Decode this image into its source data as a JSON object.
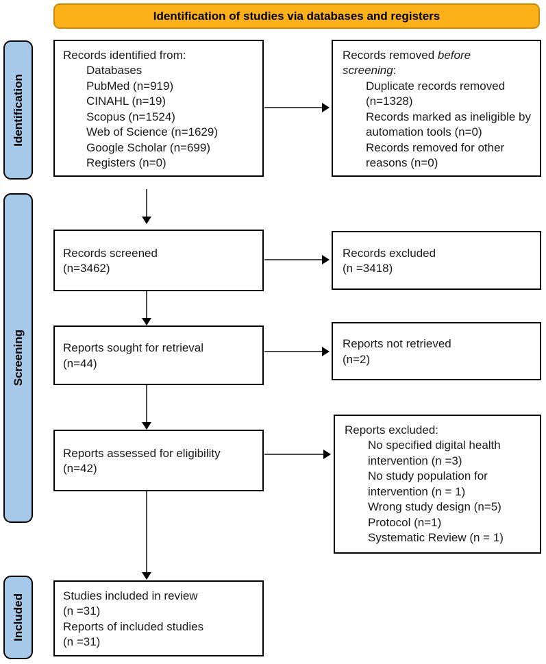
{
  "header": {
    "label": "Identification of studies via databases and registers"
  },
  "sidebar": [
    {
      "label": "Identification"
    },
    {
      "label": "Screening"
    },
    {
      "label": "Included"
    }
  ],
  "colors": {
    "header_bg": "#FBB117",
    "header_border": "#C98C00",
    "stage_bg": "#A6C9E9",
    "box_border": "#000000",
    "arrow_line": "#4a4a4a",
    "arrow_head": "#000000"
  },
  "boxes": {
    "identified": {
      "title": "Records identified from:",
      "items": [
        "Databases",
        "PubMed (n=919)",
        "CINAHL (n=19)",
        "Scopus (n=1524)",
        "Web of Science (n=1629)",
        "Google Scholar (n=699)",
        "Registers (n=0)"
      ]
    },
    "removed": {
      "title_prefix": "Records removed ",
      "title_italic": "before screening",
      "title_suffix": ":",
      "items": [
        "Duplicate records removed (n=1328)",
        "Records marked as ineligible by automation tools (n=0)",
        "Records removed for other reasons (n=0)"
      ]
    },
    "screened": {
      "line1": "Records screened",
      "line2": "(n=3462)"
    },
    "records_excluded": {
      "line1": "Records excluded",
      "line2": "(n =3418)"
    },
    "sought": {
      "line1": "Reports sought for retrieval",
      "line2": "(n=44)"
    },
    "not_retrieved": {
      "line1": "Reports not retrieved",
      "line2": "(n=2)"
    },
    "assessed": {
      "line1": "Reports assessed for eligibility",
      "line2": "(n=42)"
    },
    "reports_excluded": {
      "title": "Reports excluded:",
      "items": [
        "No specified digital health intervention (n =3)",
        "No study population for intervention (n = 1)",
        "Wrong study design (n=5)",
        "Protocol (n=1)",
        "Systematic Review (n = 1)"
      ]
    },
    "included_studies": {
      "lines": [
        "Studies included in review",
        "(n =31)",
        "Reports of included studies",
        "(n =31)"
      ]
    }
  }
}
